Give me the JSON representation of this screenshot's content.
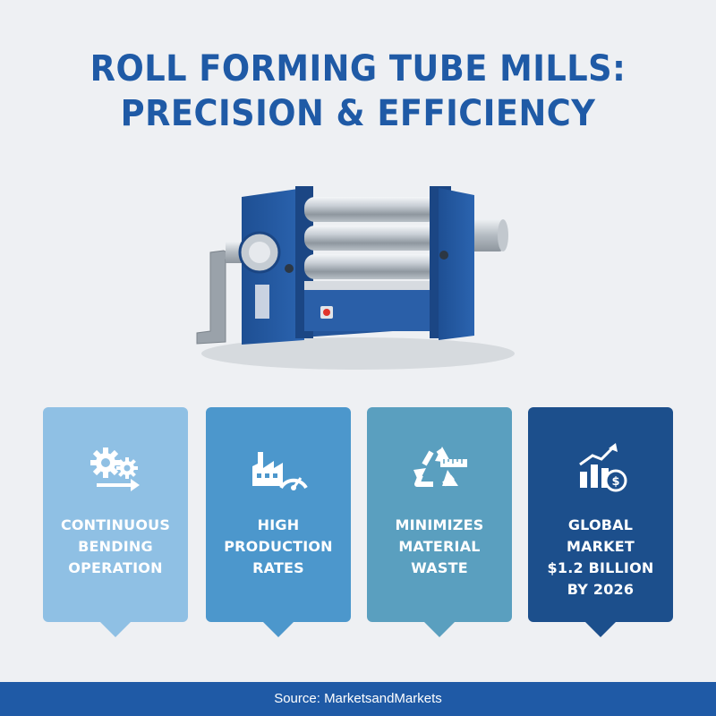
{
  "title": {
    "line1": "ROLL FORMING TUBE MILLS:",
    "line2": "PRECISION & EFFICIENCY"
  },
  "colors": {
    "title": "#1f5aa6",
    "card1": "#8fc0e4",
    "card2": "#4c97cc",
    "card3": "#5a9fbf",
    "card4": "#1c4f8c",
    "footer": "#1f5aa6"
  },
  "cards": [
    {
      "icon": "gears-arrow-icon",
      "lines": [
        "CONTINUOUS",
        "BENDING",
        "OPERATION"
      ]
    },
    {
      "icon": "factory-gauge-icon",
      "lines": [
        "HIGH",
        "PRODUCTION",
        "RATES"
      ]
    },
    {
      "icon": "recycle-ruler-icon",
      "lines": [
        "MINIMIZES",
        "MATERIAL",
        "WASTE"
      ]
    },
    {
      "icon": "growth-chart-dollar-icon",
      "lines": [
        "GLOBAL MARKET",
        "$1.2 BILLION",
        "BY 2026"
      ]
    }
  ],
  "footer": {
    "source": "Source: MarketsandMarkets"
  }
}
